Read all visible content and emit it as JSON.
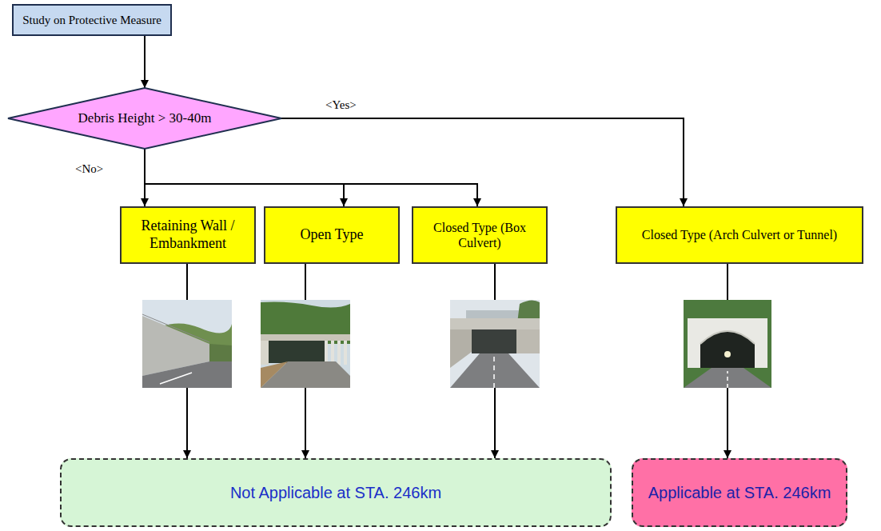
{
  "diagram": {
    "nodes": [
      {
        "text": [
          "Study on Protective Measure"
        ]
      },
      {
        "text": [
          "Debris Height > 30-40m"
        ]
      },
      {
        "text": [
          "Retaining Wall / Embankment"
        ]
      },
      {
        "text": [
          "Open Type"
        ]
      },
      {
        "text": [
          "Closed Type (Box Culvert)"
        ]
      },
      {
        "text": [
          "Closed Type (Arch Culvert or Tunnel)"
        ]
      },
      {
        "text": [
          "Not Applicable at STA. 246km"
        ]
      },
      {
        "text": [
          "Applicable at STA. 246km"
        ]
      }
    ],
    "edges": [
      {
        "from": 0,
        "to": 1,
        "arrow": "to"
      },
      {
        "from": 1,
        "to": 2,
        "arrow": "to",
        "label": "<No>"
      },
      {
        "from": 1,
        "to": 3,
        "arrow": "to"
      },
      {
        "from": 1,
        "to": 4,
        "arrow": "to"
      },
      {
        "from": 1,
        "to": 5,
        "arrow": "to",
        "label": "<Yes>"
      },
      {
        "from": 2,
        "to": 6,
        "arrow": "to"
      },
      {
        "from": 3,
        "to": 6,
        "arrow": "to"
      },
      {
        "from": 4,
        "to": 6,
        "arrow": "to"
      },
      {
        "from": 5,
        "to": 7,
        "arrow": "to"
      }
    ]
  }
}
